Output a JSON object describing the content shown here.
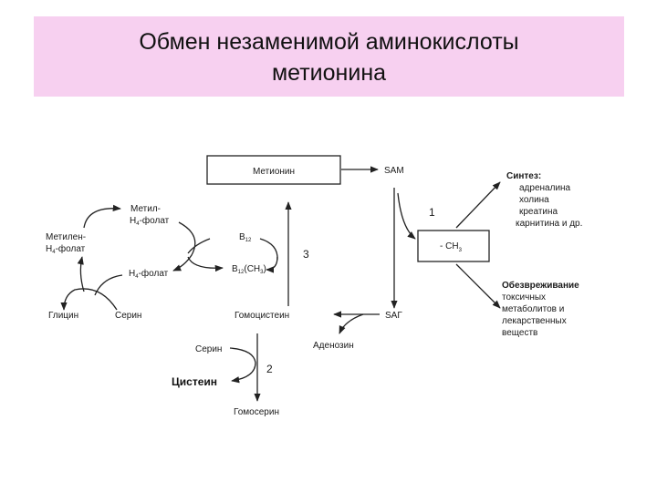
{
  "title": {
    "line1": "Обмен незаменимой аминокислоты",
    "line2": "метионина"
  },
  "diagram": {
    "methionine": "Метионин",
    "sam": "SAM",
    "sag": "SAГ",
    "ch3": "- CH",
    "ch3_sub": "3",
    "homocysteine": "Гомоцистеин",
    "adenosine": "Аденозин",
    "serine_bottom": "Серин",
    "cysteine": "Цистеин",
    "homoserine": "Гомосерин",
    "b12": "B",
    "b12_sub": "12",
    "b12ch3_b": "B",
    "b12ch3_sub": "12",
    "b12ch3_rest": "(CH",
    "b12ch3_sub2": "3",
    "b12ch3_end": ")",
    "methyl_h4_line1": "Метил-",
    "methyl_h4_h": "H",
    "methyl_h4_sub": "4",
    "methyl_h4_rest": "-фолат",
    "methylene_line1": "Метилен-",
    "methylene_h": "H",
    "methylene_sub": "4",
    "methylene_rest": "-фолат",
    "h4folate_h": "H",
    "h4folate_sub": "4",
    "h4folate_rest": "-фолат",
    "glycine": "Глицин",
    "serine_left": "Серин",
    "num1": "1",
    "num2": "2",
    "num3": "3",
    "synthesis_title": "Синтез:",
    "synthesis_items": [
      "адреналина",
      "холина",
      "креатина",
      "карнитина и др."
    ],
    "detox_title": "Обезвреживание",
    "detox_items": [
      "токсичных",
      "метаболитов и",
      "лекарственных",
      "веществ"
    ]
  }
}
